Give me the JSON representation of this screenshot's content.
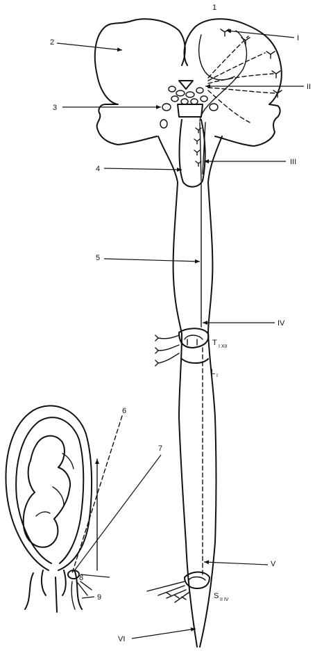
{
  "labels": {
    "n1": "1",
    "n2": "2",
    "n3": "3",
    "n4": "4",
    "n5": "5",
    "n6": "6",
    "n7": "7",
    "n8": "8",
    "n9": "9",
    "r1": "I",
    "r2": "II",
    "r3": "III",
    "r4": "IV",
    "r5": "V",
    "r6": "VI",
    "t_main": "T",
    "t_sub": "I XII",
    "l_main": "L",
    "l_sub": "I",
    "s_main": "S",
    "s_sub": "II IV"
  },
  "colors": {
    "ink": "#111111",
    "background": "#ffffff"
  }
}
